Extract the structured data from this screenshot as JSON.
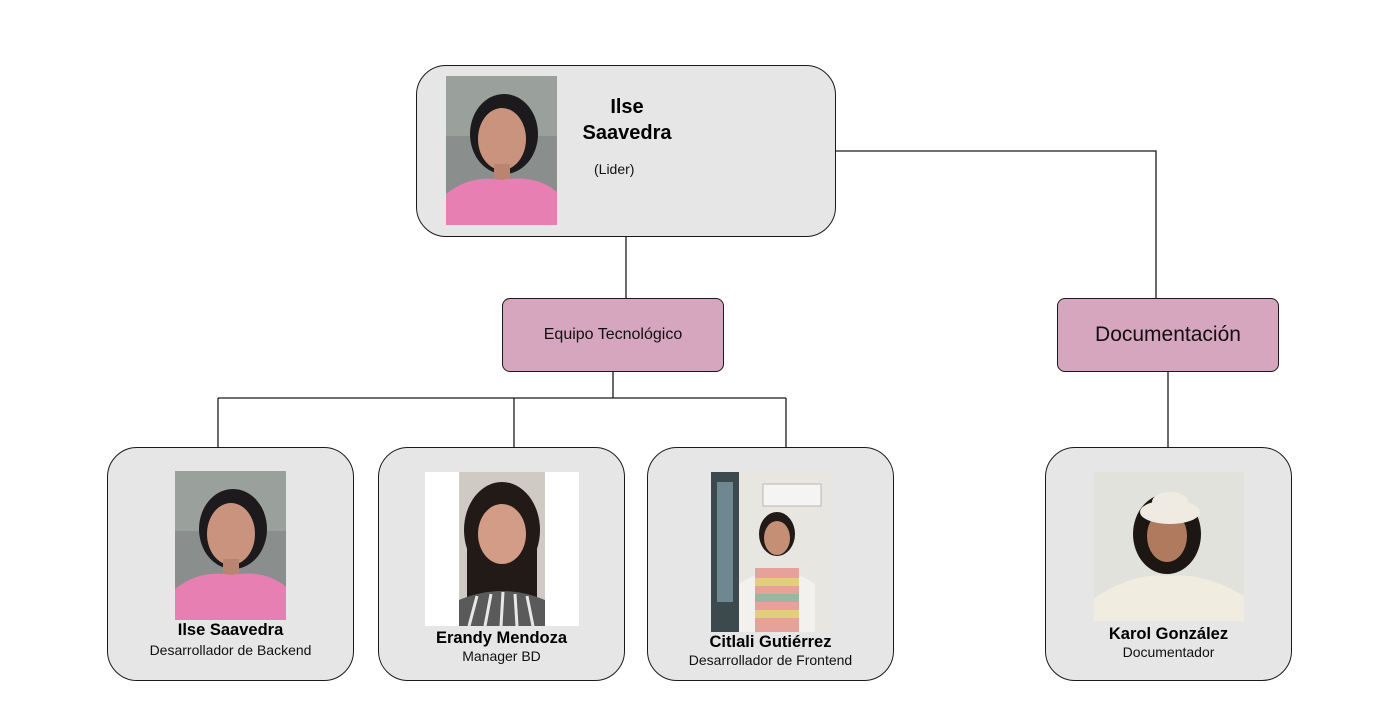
{
  "leader": {
    "name_line1": "Ilse",
    "name_line2": "Saavedra",
    "role": "(Lider)"
  },
  "departments": {
    "tech": {
      "label": "Equipo Tecnológico"
    },
    "docs": {
      "label": "Documentación"
    }
  },
  "members": [
    {
      "name": "Ilse Saavedra",
      "role": "Desarrollador de Backend"
    },
    {
      "name": "Erandy Mendoza",
      "role": "Manager BD"
    },
    {
      "name": "Citlali Gutiérrez",
      "role": "Desarrollador de Frontend"
    },
    {
      "name": "Karol González",
      "role": "Documentador"
    }
  ],
  "colors": {
    "card_bg": "#e6e6e6",
    "dept_bg": "#d5a6bd",
    "line": "#1a1a1a"
  }
}
